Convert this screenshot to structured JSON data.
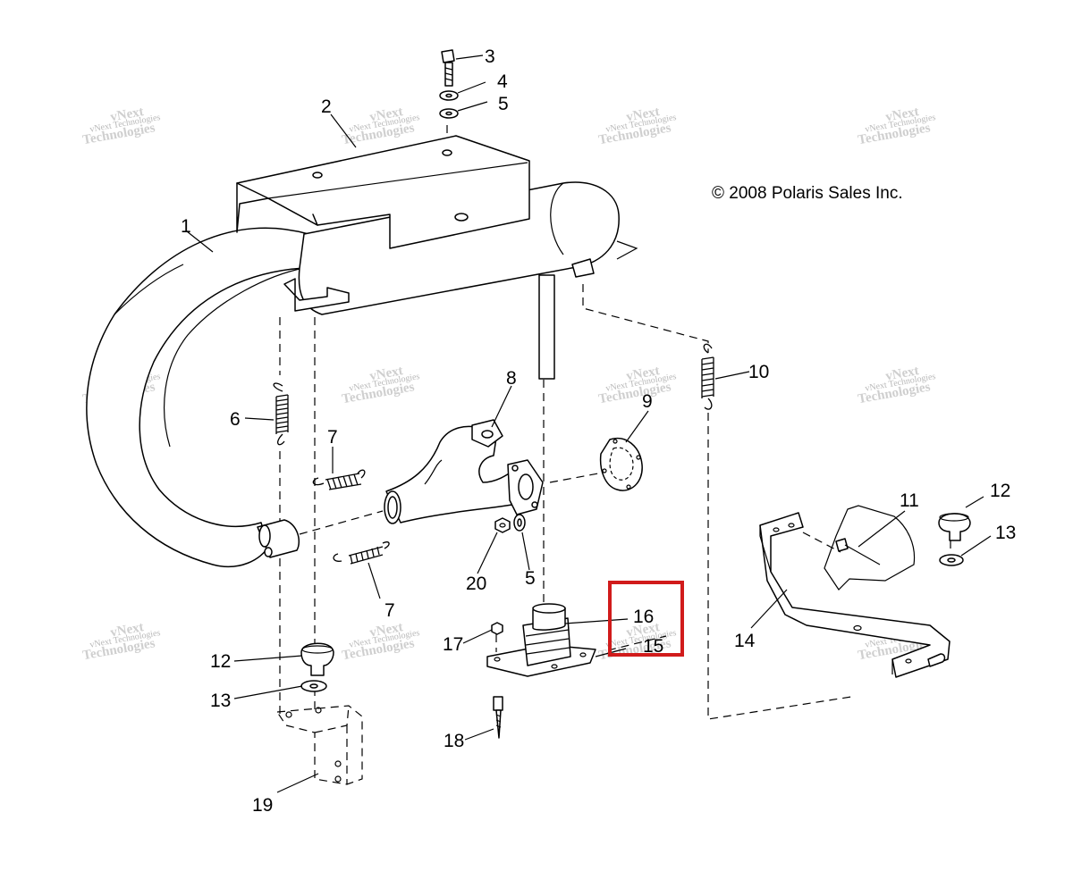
{
  "copyright": "© 2008 Polaris Sales Inc.",
  "watermark": {
    "line1": "vNext Technologies",
    "line2": "vNext",
    "line3": "Technologies"
  },
  "callouts": [
    "1",
    "2",
    "3",
    "4",
    "5",
    "5",
    "6",
    "7",
    "7",
    "8",
    "9",
    "10",
    "11",
    "12",
    "12",
    "13",
    "13",
    "14",
    "15",
    "16",
    "17",
    "18",
    "19",
    "20"
  ],
  "highlight": {
    "color": "#d11b1b",
    "part": "16"
  }
}
